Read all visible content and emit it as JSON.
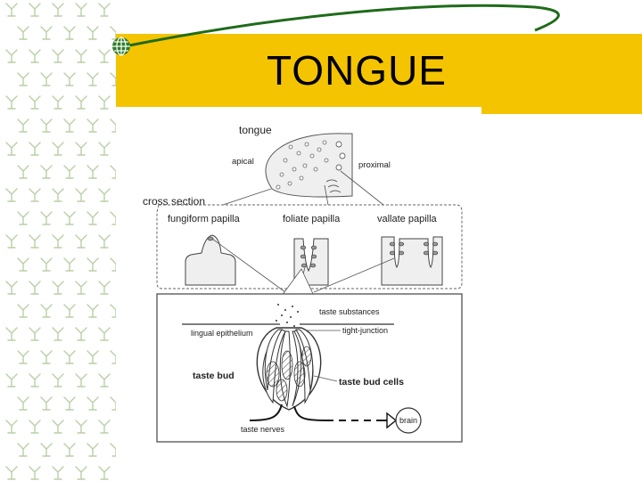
{
  "slide": {
    "title": "TONGUE"
  },
  "diagram": {
    "tongue": "tongue",
    "apical": "apical",
    "proximal": "proximal",
    "cross_section": "cross section",
    "fungiform": "fungiform papilla",
    "foliate": "foliate papilla",
    "vallate": "vallate papilla",
    "taste_substances": "taste substances",
    "lingual_epithelium": "lingual epithelium",
    "tight_junction": "tight-junction",
    "taste_bud": "taste bud",
    "taste_bud_cells": "taste bud cells",
    "taste_nerves": "taste nerves",
    "brain": "brain"
  },
  "colors": {
    "title_bar": "#f5c400",
    "swoosh": "#1f6b1a",
    "pattern": "#b9cfa6"
  }
}
